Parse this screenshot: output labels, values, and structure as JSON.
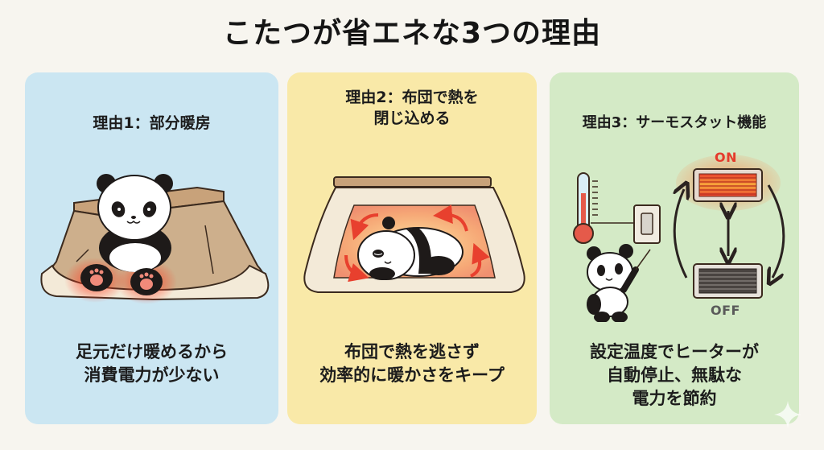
{
  "page": {
    "title": "こたつが省エネな3つの理由"
  },
  "cards": [
    {
      "title": "理由1：部分暖房",
      "illustration": "panda-sitting-under-kotatsu-warm-feet",
      "description_lines": [
        "足元だけ暖めるから",
        "消費電力が少ない"
      ],
      "background": "#cbe6f2"
    },
    {
      "title_lines": [
        "理由2：布団で熱を",
        "閉じ込める"
      ],
      "illustration": "panda-sleeping-inside-kotatsu-heat-circulation",
      "description_lines": [
        "布団で熱を逃さず",
        "効率的に暖かさをキープ"
      ],
      "background": "#f9e9a8"
    },
    {
      "title": "理由3：サーモスタット機能",
      "illustration": "thermostat-switch-heater-cycle",
      "heater_on_label": "ON",
      "heater_off_label": "OFF",
      "description_lines": [
        "設定温度でヒーターが",
        "自動停止、無駄な",
        "電力を節約"
      ],
      "background": "#d4eac6"
    }
  ],
  "colors": {
    "page_background": "#f7f5ef",
    "on_red": "#e53a2c",
    "off_gray": "#5a5a5a",
    "warm_glow": "#f26a3a"
  },
  "decorations": {
    "corner_icon": "sparkle-icon"
  }
}
